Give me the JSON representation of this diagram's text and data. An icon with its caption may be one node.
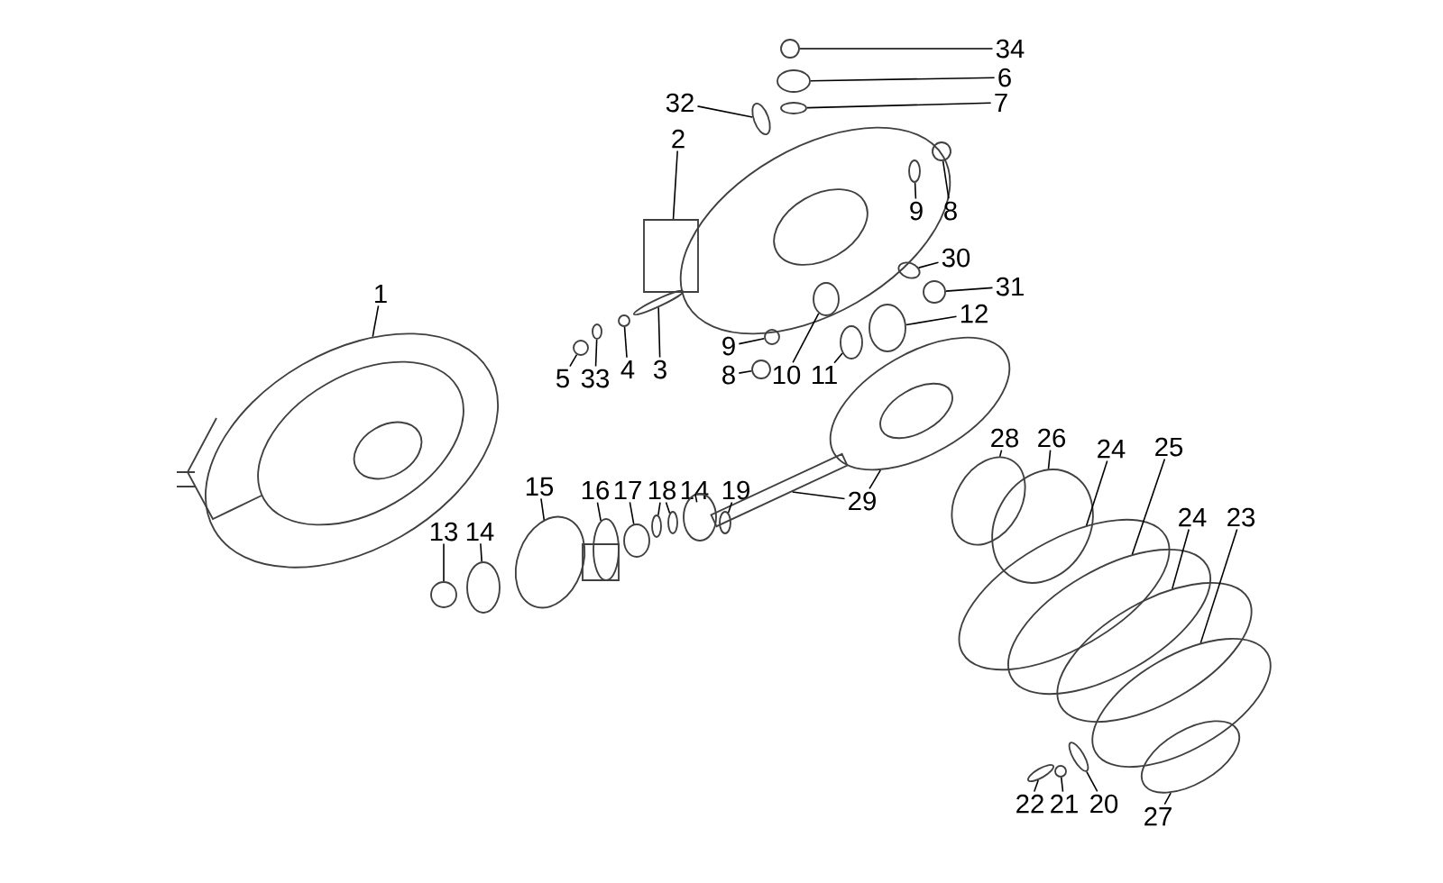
{
  "diagram": {
    "nodes": [
      {
        "text": [
          "34"
        ]
      },
      {
        "text": [
          "6"
        ]
      },
      {
        "text": [
          "32"
        ]
      },
      {
        "text": [
          "7"
        ]
      },
      {
        "text": [
          "2"
        ]
      },
      {
        "text": [
          "9"
        ]
      },
      {
        "text": [
          "8"
        ]
      },
      {
        "text": [
          "30"
        ]
      },
      {
        "text": [
          "1"
        ]
      },
      {
        "text": [
          "31"
        ]
      },
      {
        "text": [
          "12"
        ]
      },
      {
        "text": [
          "9"
        ]
      },
      {
        "text": [
          "8"
        ]
      },
      {
        "text": [
          "10"
        ]
      },
      {
        "text": [
          "11"
        ]
      },
      {
        "text": [
          "5"
        ]
      },
      {
        "text": [
          "33"
        ]
      },
      {
        "text": [
          "4"
        ]
      },
      {
        "text": [
          "3"
        ]
      },
      {
        "text": [
          "28"
        ]
      },
      {
        "text": [
          "26"
        ]
      },
      {
        "text": [
          "24"
        ]
      },
      {
        "text": [
          "25"
        ]
      },
      {
        "text": [
          "29"
        ]
      },
      {
        "text": [
          "19"
        ]
      },
      {
        "text": [
          "14"
        ]
      },
      {
        "text": [
          "18"
        ]
      },
      {
        "text": [
          "17"
        ]
      },
      {
        "text": [
          "16"
        ]
      },
      {
        "text": [
          "15"
        ]
      },
      {
        "text": [
          "13"
        ]
      },
      {
        "text": [
          "14"
        ]
      },
      {
        "text": [
          "24"
        ]
      },
      {
        "text": [
          "23"
        ]
      },
      {
        "text": [
          "27"
        ]
      },
      {
        "text": [
          "22"
        ]
      },
      {
        "text": [
          "21"
        ]
      },
      {
        "text": [
          "20"
        ]
      },
      {
        "text": [],
        "shape": "circle"
      },
      {
        "text": [],
        "shape": "ellipse"
      },
      {
        "text": [],
        "shape": "ellipse"
      },
      {
        "text": [],
        "shape": "ellipse"
      },
      {
        "text": [],
        "shape": "box"
      },
      {
        "text": [],
        "shape": "ellipse"
      },
      {
        "text": [],
        "shape": "circle"
      },
      {
        "text": [],
        "shape": "ellipse"
      },
      {
        "text": [],
        "shape": "ellipse"
      },
      {
        "text": [],
        "shape": "circle"
      },
      {
        "text": [],
        "shape": "ellipse"
      },
      {
        "text": [],
        "shape": "circle"
      },
      {
        "text": [],
        "shape": "circle"
      },
      {
        "text": [],
        "shape": "ellipse"
      },
      {
        "text": [],
        "shape": "ellipse"
      },
      {
        "text": [],
        "shape": "circle"
      },
      {
        "text": [],
        "shape": "ellipse"
      },
      {
        "text": [],
        "shape": "circle"
      },
      {
        "text": [],
        "shape": "ellipse"
      },
      {
        "text": [],
        "shape": "ellipse"
      },
      {
        "text": [],
        "shape": "ellipse"
      },
      {
        "text": [],
        "shape": "ellipse"
      },
      {
        "text": [],
        "shape": "ellipse"
      },
      {
        "text": [],
        "shape": "box"
      },
      {
        "text": [],
        "shape": "ellipse"
      },
      {
        "text": [],
        "shape": "ellipse"
      },
      {
        "text": [],
        "shape": "ellipse"
      },
      {
        "text": [],
        "shape": "ellipse"
      },
      {
        "text": [],
        "shape": "ellipse"
      },
      {
        "text": [],
        "shape": "ellipse"
      },
      {
        "text": [],
        "shape": "ellipse"
      },
      {
        "text": [],
        "shape": "ellipse"
      },
      {
        "text": [],
        "shape": "circle"
      },
      {
        "text": [],
        "shape": "ellipse"
      },
      {
        "text": [],
        "shape": "ellipse"
      },
      {
        "text": [],
        "shape": "ellipse"
      },
      {
        "text": [],
        "shape": "ellipse"
      },
      {
        "text": [],
        "shape": "ellipse"
      },
      {
        "text": [],
        "shape": "circle"
      },
      {
        "text": [],
        "shape": "ellipse"
      }
    ],
    "edges": [
      {
        "from": 0,
        "to": 38,
        "arrow": "none"
      },
      {
        "from": 1,
        "to": 39,
        "arrow": "none"
      },
      {
        "from": 2,
        "to": 40,
        "arrow": "none"
      },
      {
        "from": 3,
        "to": 41,
        "arrow": "none"
      },
      {
        "from": 4,
        "to": 42,
        "arrow": "none"
      },
      {
        "from": 5,
        "to": 43,
        "arrow": "none"
      },
      {
        "from": 6,
        "to": 44,
        "arrow": "none"
      },
      {
        "from": 7,
        "to": 45,
        "arrow": "none"
      },
      {
        "from": 8,
        "to": 46,
        "arrow": "none"
      },
      {
        "from": 9,
        "to": 47,
        "arrow": "none"
      },
      {
        "from": 10,
        "to": 48,
        "arrow": "none"
      },
      {
        "from": 11,
        "to": 49,
        "arrow": "none"
      },
      {
        "from": 12,
        "to": 50,
        "arrow": "none"
      },
      {
        "from": 13,
        "to": 51,
        "arrow": "none"
      },
      {
        "from": 14,
        "to": 52,
        "arrow": "none"
      },
      {
        "from": 15,
        "to": 53,
        "arrow": "none"
      },
      {
        "from": 16,
        "to": 54,
        "arrow": "none"
      },
      {
        "from": 17,
        "to": 55,
        "arrow": "none"
      },
      {
        "from": 18,
        "to": 56,
        "arrow": "none"
      },
      {
        "from": 19,
        "to": 57,
        "arrow": "none"
      },
      {
        "from": 20,
        "to": 58,
        "arrow": "none"
      },
      {
        "from": 21,
        "to": 59,
        "arrow": "none"
      },
      {
        "from": 22,
        "to": 60,
        "arrow": "none"
      },
      {
        "from": 23,
        "to": 61,
        "arrow": "none"
      },
      {
        "from": 23,
        "to": 62,
        "arrow": "none"
      },
      {
        "from": 24,
        "to": 63,
        "arrow": "none"
      },
      {
        "from": 25,
        "to": 64,
        "arrow": "none"
      },
      {
        "from": 26,
        "to": 65,
        "arrow": "none"
      },
      {
        "from": 26,
        "to": 66,
        "arrow": "none"
      },
      {
        "from": 27,
        "to": 67,
        "arrow": "none"
      },
      {
        "from": 28,
        "to": 68,
        "arrow": "none"
      },
      {
        "from": 29,
        "to": 69,
        "arrow": "none"
      },
      {
        "from": 30,
        "to": 70,
        "arrow": "none"
      },
      {
        "from": 31,
        "to": 71,
        "arrow": "none"
      },
      {
        "from": 32,
        "to": 72,
        "arrow": "none"
      },
      {
        "from": 33,
        "to": 73,
        "arrow": "none"
      },
      {
        "from": 34,
        "to": 74,
        "arrow": "none"
      },
      {
        "from": 35,
        "to": 75,
        "arrow": "none"
      },
      {
        "from": 36,
        "to": 76,
        "arrow": "none"
      },
      {
        "from": 37,
        "to": 77,
        "arrow": "none"
      }
    ]
  }
}
